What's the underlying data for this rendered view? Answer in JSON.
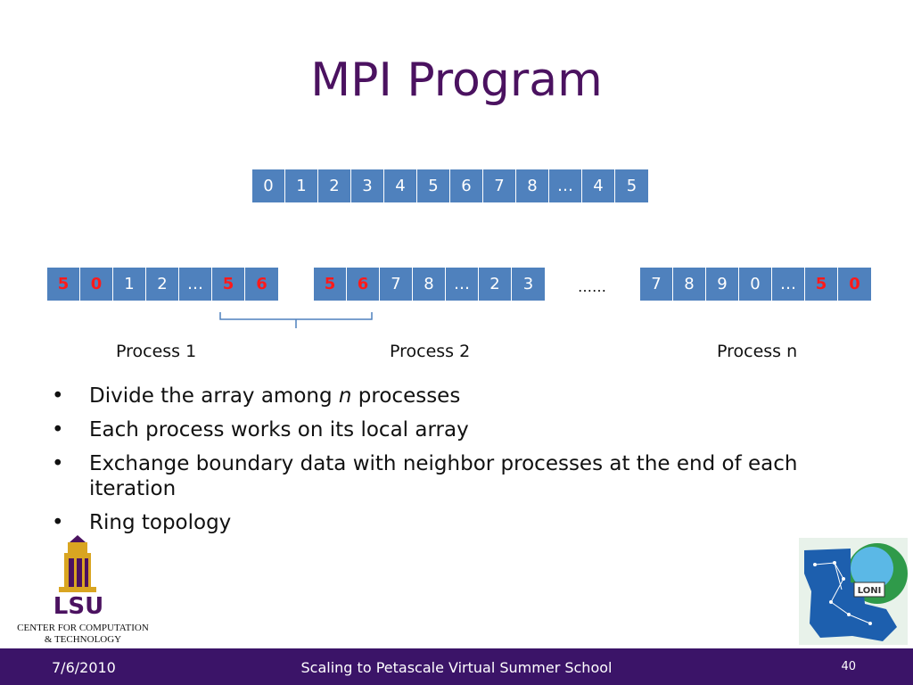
{
  "slide": {
    "title": "MPI Program"
  },
  "global_array": {
    "cells": [
      {
        "v": "0",
        "red": false
      },
      {
        "v": "1",
        "red": false
      },
      {
        "v": "2",
        "red": false
      },
      {
        "v": "3",
        "red": false
      },
      {
        "v": "4",
        "red": false
      },
      {
        "v": "5",
        "red": false
      },
      {
        "v": "6",
        "red": false
      },
      {
        "v": "7",
        "red": false
      },
      {
        "v": "8",
        "red": false
      },
      {
        "v": "…",
        "red": false
      },
      {
        "v": "4",
        "red": false
      },
      {
        "v": "5",
        "red": false
      }
    ]
  },
  "processes": [
    {
      "label": "Process 1",
      "cells": [
        {
          "v": "5",
          "red": true
        },
        {
          "v": "0",
          "red": true
        },
        {
          "v": "1",
          "red": false
        },
        {
          "v": "2",
          "red": false
        },
        {
          "v": "…",
          "red": false
        },
        {
          "v": "5",
          "red": true
        },
        {
          "v": "6",
          "red": true
        }
      ]
    },
    {
      "label": "Process 2",
      "cells": [
        {
          "v": "5",
          "red": true
        },
        {
          "v": "6",
          "red": true
        },
        {
          "v": "7",
          "red": false
        },
        {
          "v": "8",
          "red": false
        },
        {
          "v": "…",
          "red": false
        },
        {
          "v": "2",
          "red": false
        },
        {
          "v": "3",
          "red": false
        }
      ]
    },
    {
      "label": "Process n",
      "cells": [
        {
          "v": "7",
          "red": false
        },
        {
          "v": "8",
          "red": false
        },
        {
          "v": "9",
          "red": false
        },
        {
          "v": "0",
          "red": false
        },
        {
          "v": "…",
          "red": false
        },
        {
          "v": "5",
          "red": true
        },
        {
          "v": "0",
          "red": true
        }
      ]
    }
  ],
  "ellipsis_between": "……",
  "bullets": {
    "b1_pre": "Divide the array among ",
    "b1_italic": "n",
    "b1_post": " processes",
    "b2": "Each process works on its local array",
    "b3": "Exchange boundary data with neighbor processes at the end of each iteration",
    "b4": "Ring topology",
    "marker": "•"
  },
  "logos": {
    "lsu": {
      "wordmark": "LSU",
      "line1": "CENTER FOR COMPUTATION",
      "line2": "& TECHNOLOGY",
      "icon": "lsu-tower-icon"
    },
    "loni": {
      "wordmark": "LONI",
      "icon": "louisiana-map-globe-icon"
    }
  },
  "footer": {
    "date": "7/6/2010",
    "center": "Scaling to Petascale Virtual Summer School",
    "page": "40"
  },
  "colors": {
    "title": "#4b1260",
    "cell": "#4f81bd",
    "highlight": "#ff1a1a",
    "footer_bg": "#3b1468"
  }
}
